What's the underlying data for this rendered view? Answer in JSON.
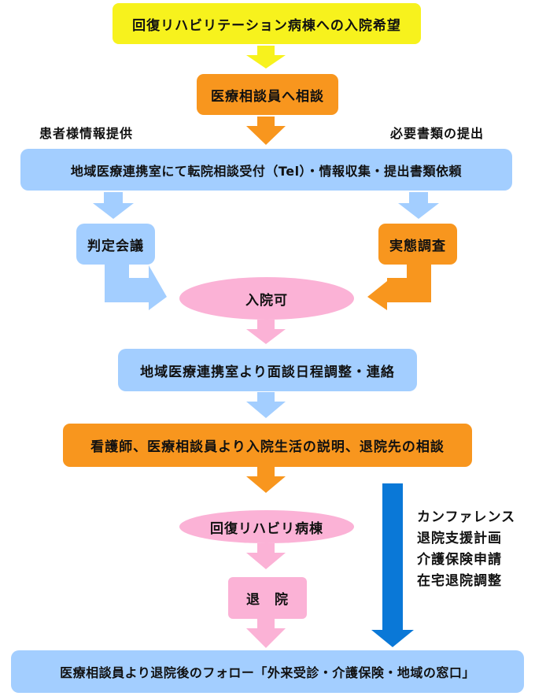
{
  "steps": {
    "s1": "回復リハビリテーション病棟への入院希望",
    "s2": "医療相談員へ相談",
    "s3": "地域医療連携室にて転院相談受付（Tel）・情報収集・提出書類依頼",
    "s4a": "判定会議",
    "s4b": "実態調査",
    "s5": "入院可",
    "s6": "地域医療連携室より面談日程調整・連絡",
    "s7": "看護師、医療相談員より入院生活の説明、退院先の相談",
    "s8": "回復リハビリ病棟",
    "s9": "退　院",
    "s10": "医療相談員より退院後のフォロー「外来受診・介護保険・地域の窓口」"
  },
  "side_labels": {
    "left": "患者様情報提供",
    "right": "必要書類の提出"
  },
  "notes": [
    "カンファレンス",
    "退院支援計画",
    "介護保険申請",
    "在宅退院調整"
  ],
  "colors": {
    "yellow": "#f7f21d",
    "orange": "#f8961e",
    "blue": "#a3ceff",
    "pink": "#fbb2d6",
    "dark_blue": "#0a78d7"
  }
}
